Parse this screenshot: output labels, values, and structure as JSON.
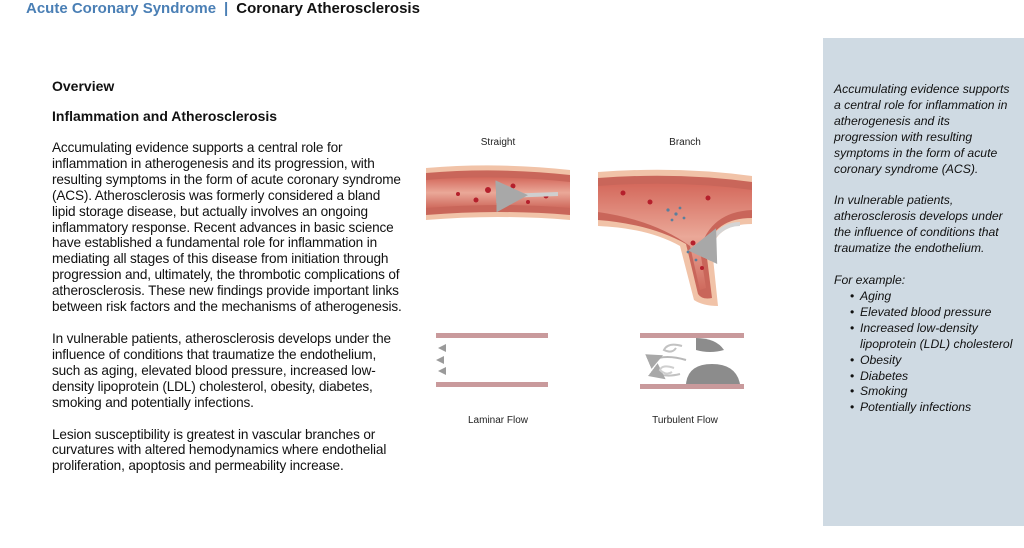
{
  "header": {
    "section": "Acute Coronary Syndrome",
    "separator": "|",
    "topic": "Coronary Atherosclerosis"
  },
  "main": {
    "overview": "Overview",
    "subheading": "Inflammation and Atherosclerosis",
    "paragraphs": [
      "Accumulating evidence supports a central role for inflammation in atherogenesis and its progression, with resulting symptoms in the form of acute coronary syndrome (ACS). Atherosclerosis was formerly considered a bland lipid storage disease, but actually involves an ongoing inflammatory response. Recent advances in basic science have established a fundamental role for inflammation in mediating all stages of this disease from initiation through progression and, ultimately, the thrombotic complications of atherosclerosis. These new findings provide important links between risk factors and the mechanisms of atherogenesis.",
      "In vulnerable patients, atherosclerosis develops under the influence of conditions that traumatize the endothelium, such as aging, elevated blood pressure, increased low-density lipoprotein (LDL) cholesterol, obesity, diabetes, smoking and potentially infections.",
      "Lesion susceptibility is greatest in vascular branches or curvatures with altered hemodynamics where endothelial proliferation, apoptosis and permeability increase."
    ]
  },
  "figure": {
    "labels": {
      "straight": "Straight",
      "branch": "Branch",
      "laminar": "Laminar Flow",
      "turbulent": "Turbulent Flow"
    },
    "colors": {
      "vessel_wall": "#c9665a",
      "vessel_lumen": "#e9a08f",
      "wall_edge": "#f1c3a8",
      "blood_cell": "#b5202c",
      "plate": "#c99a9c",
      "arrow_gray": "#a8a8a8"
    }
  },
  "sidebar": {
    "paragraph1": "Accumulating evidence supports a central role for inflammation in atherogenesis and its progression with resulting symptoms in the form of acute coronary syndrome (ACS).",
    "paragraph2": "In vulnerable patients, atherosclerosis develops under the influence of conditions that traumatize the endothelium.",
    "example_intro": "For example:",
    "examples": [
      "Aging",
      "Elevated blood pressure",
      "Increased low-density lipoprotein (LDL) cholesterol",
      "Obesity",
      "Diabetes",
      "Smoking",
      "Potentially infections"
    ],
    "background": "#cfdae3"
  }
}
